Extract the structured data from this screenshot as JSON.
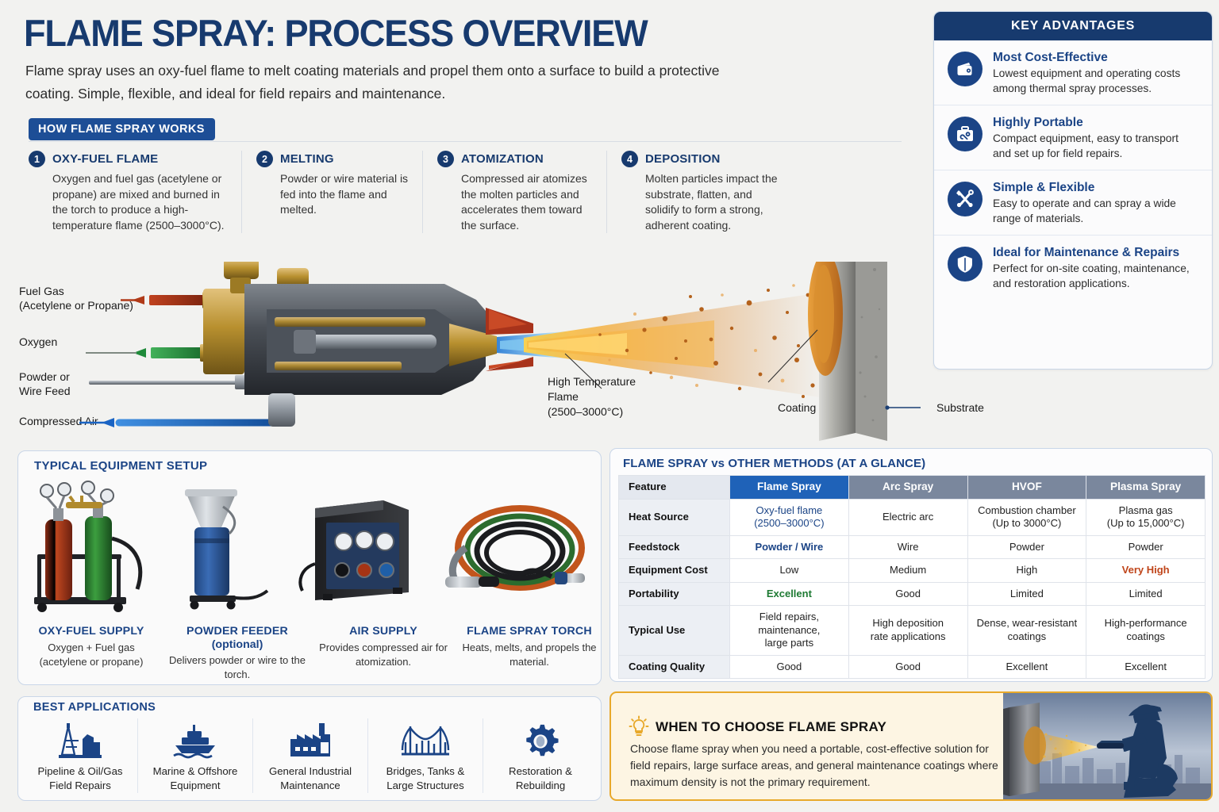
{
  "header": {
    "title": "FLAME SPRAY: PROCESS OVERVIEW",
    "subtitle": "Flame spray uses an oxy-fuel flame to melt coating materials and propel them onto a surface to build a protective coating. Simple, flexible, and ideal for field repairs and maintenance.",
    "section_pill": "HOW FLAME SPRAY WORKS",
    "title_color": "#173a6e",
    "pill_color": "#1d4e96"
  },
  "steps": [
    {
      "num": "1",
      "title": "OXY-FUEL FLAME",
      "body": "Oxygen and fuel gas (acetylene or propane) are mixed and burned in the torch to produce a high-temperature flame (2500–3000°C)."
    },
    {
      "num": "2",
      "title": "MELTING",
      "body": "Powder or wire material is fed into the flame and melted."
    },
    {
      "num": "3",
      "title": "ATOMIZATION",
      "body": "Compressed air atomizes the molten particles and accelerates them toward the surface."
    },
    {
      "num": "4",
      "title": "DEPOSITION",
      "body": "Molten particles impact the substrate, flatten, and solidify to form a strong, adherent coating."
    }
  ],
  "advantages": {
    "heading": "KEY ADVANTAGES",
    "items": [
      {
        "icon": "wallet-icon",
        "title": "Most Cost-Effective",
        "body": "Lowest equipment and operating costs among thermal spray processes."
      },
      {
        "icon": "toolbox-icon",
        "title": "Highly Portable",
        "body": "Compact equipment, easy to transport and set up for field repairs."
      },
      {
        "icon": "tools-icon",
        "title": "Simple & Flexible",
        "body": "Easy to operate and can spray a wide range of materials."
      },
      {
        "icon": "shield-icon",
        "title": "Ideal for Maintenance & Repairs",
        "body": "Perfect for on-site coating, maintenance, and restoration applications."
      }
    ]
  },
  "diagram": {
    "inputs": [
      {
        "label_line1": "Fuel Gas",
        "label_line2": "(Acetylene or Propane)",
        "color": "#a8331b"
      },
      {
        "label_line1": "Oxygen",
        "label_line2": "",
        "color": "#1f8a3a"
      },
      {
        "label_line1": "Powder or",
        "label_line2": "Wire Feed",
        "color": "#9aa0a6"
      },
      {
        "label_line1": "Compressed Air",
        "label_line2": "",
        "color": "#1a64c4"
      }
    ],
    "flame_label": "High Temperature\nFlame\n(2500–3000°C)",
    "flame_label_line1": "High Temperature",
    "flame_label_line2": "Flame",
    "flame_label_line3": "(2500–3000°C)",
    "coating_label": "Coating",
    "substrate_label": "Substrate"
  },
  "equipment": {
    "title": "TYPICAL EQUIPMENT SETUP",
    "items": [
      {
        "name": "OXY-FUEL SUPPLY",
        "optional": "",
        "desc": "Oxygen + Fuel gas (acetylene or propane)"
      },
      {
        "name": "POWDER FEEDER",
        "optional": "(optional)",
        "desc": "Delivers powder or wire to the torch."
      },
      {
        "name": "AIR SUPPLY",
        "optional": "",
        "desc": "Provides compressed air for atomization."
      },
      {
        "name": "FLAME SPRAY TORCH",
        "optional": "",
        "desc": "Heats, melts, and propels the material."
      }
    ]
  },
  "applications": {
    "title": "BEST APPLICATIONS",
    "items": [
      {
        "icon": "oil-rig-icon",
        "label_line1": "Pipeline & Oil/Gas",
        "label_line2": "Field Repairs"
      },
      {
        "icon": "ship-icon",
        "label_line1": "Marine & Offshore",
        "label_line2": "Equipment"
      },
      {
        "icon": "factory-icon",
        "label_line1": "General Industrial",
        "label_line2": "Maintenance"
      },
      {
        "icon": "bridge-icon",
        "label_line1": "Bridges, Tanks &",
        "label_line2": "Large Structures"
      },
      {
        "icon": "gear-icon",
        "label_line1": "Restoration &",
        "label_line2": "Rebuilding"
      }
    ]
  },
  "comparison": {
    "title": "FLAME SPRAY vs OTHER METHODS (AT A GLANCE)",
    "columns": [
      "Feature",
      "Flame Spray",
      "Arc Spray",
      "HVOF",
      "Plasma Spray"
    ],
    "highlight_color": "#1f62b8",
    "other_header_color": "#7a879d",
    "rows": [
      {
        "feature": "Heat Source",
        "flame": "Oxy-fuel flame\n(2500–3000°C)",
        "flame_l1": "Oxy-fuel flame",
        "flame_l2": "(2500–3000°C)",
        "arc": "Electric arc",
        "hvof_l1": "Combustion chamber",
        "hvof_l2": "(Up to 3000°C)",
        "plasma_l1": "Plasma gas",
        "plasma_l2": "(Up to 15,000°C)"
      },
      {
        "feature": "Feedstock",
        "flame_l1": "Powder / Wire",
        "flame_l2": "",
        "arc": "Wire",
        "hvof_l1": "Powder",
        "hvof_l2": "",
        "plasma_l1": "Powder",
        "plasma_l2": ""
      },
      {
        "feature": "Equipment Cost",
        "flame_l1": "Low",
        "flame_l2": "",
        "arc": "Medium",
        "hvof_l1": "High",
        "hvof_l2": "",
        "plasma_l1": "Very High",
        "plasma_l2": ""
      },
      {
        "feature": "Portability",
        "flame_l1": "Excellent",
        "flame_l2": "",
        "arc": "Good",
        "hvof_l1": "Limited",
        "hvof_l2": "",
        "plasma_l1": "Limited",
        "plasma_l2": ""
      },
      {
        "feature": "Typical Use",
        "flame_l1": "Field repairs,",
        "flame_l2": "maintenance,",
        "flame_l3": "large parts",
        "arc_l1": "High deposition",
        "arc_l2": "rate applications",
        "hvof_l1": "Dense, wear-resistant",
        "hvof_l2": "coatings",
        "plasma_l1": "High-performance",
        "plasma_l2": "coatings"
      },
      {
        "feature": "Coating Quality",
        "flame_l1": "Good",
        "flame_l2": "",
        "arc": "Good",
        "hvof_l1": "Excellent",
        "hvof_l2": "",
        "plasma_l1": "Excellent",
        "plasma_l2": ""
      }
    ]
  },
  "when_to_choose": {
    "icon": "lightbulb-icon",
    "title": "WHEN TO CHOOSE FLAME SPRAY",
    "body": "Choose flame spray when you need a portable, cost-effective solution for field repairs, large surface areas, and general maintenance coatings where maximum density is not the primary requirement.",
    "border_color": "#e8a92b",
    "bg_color": "#fdf5e3"
  }
}
